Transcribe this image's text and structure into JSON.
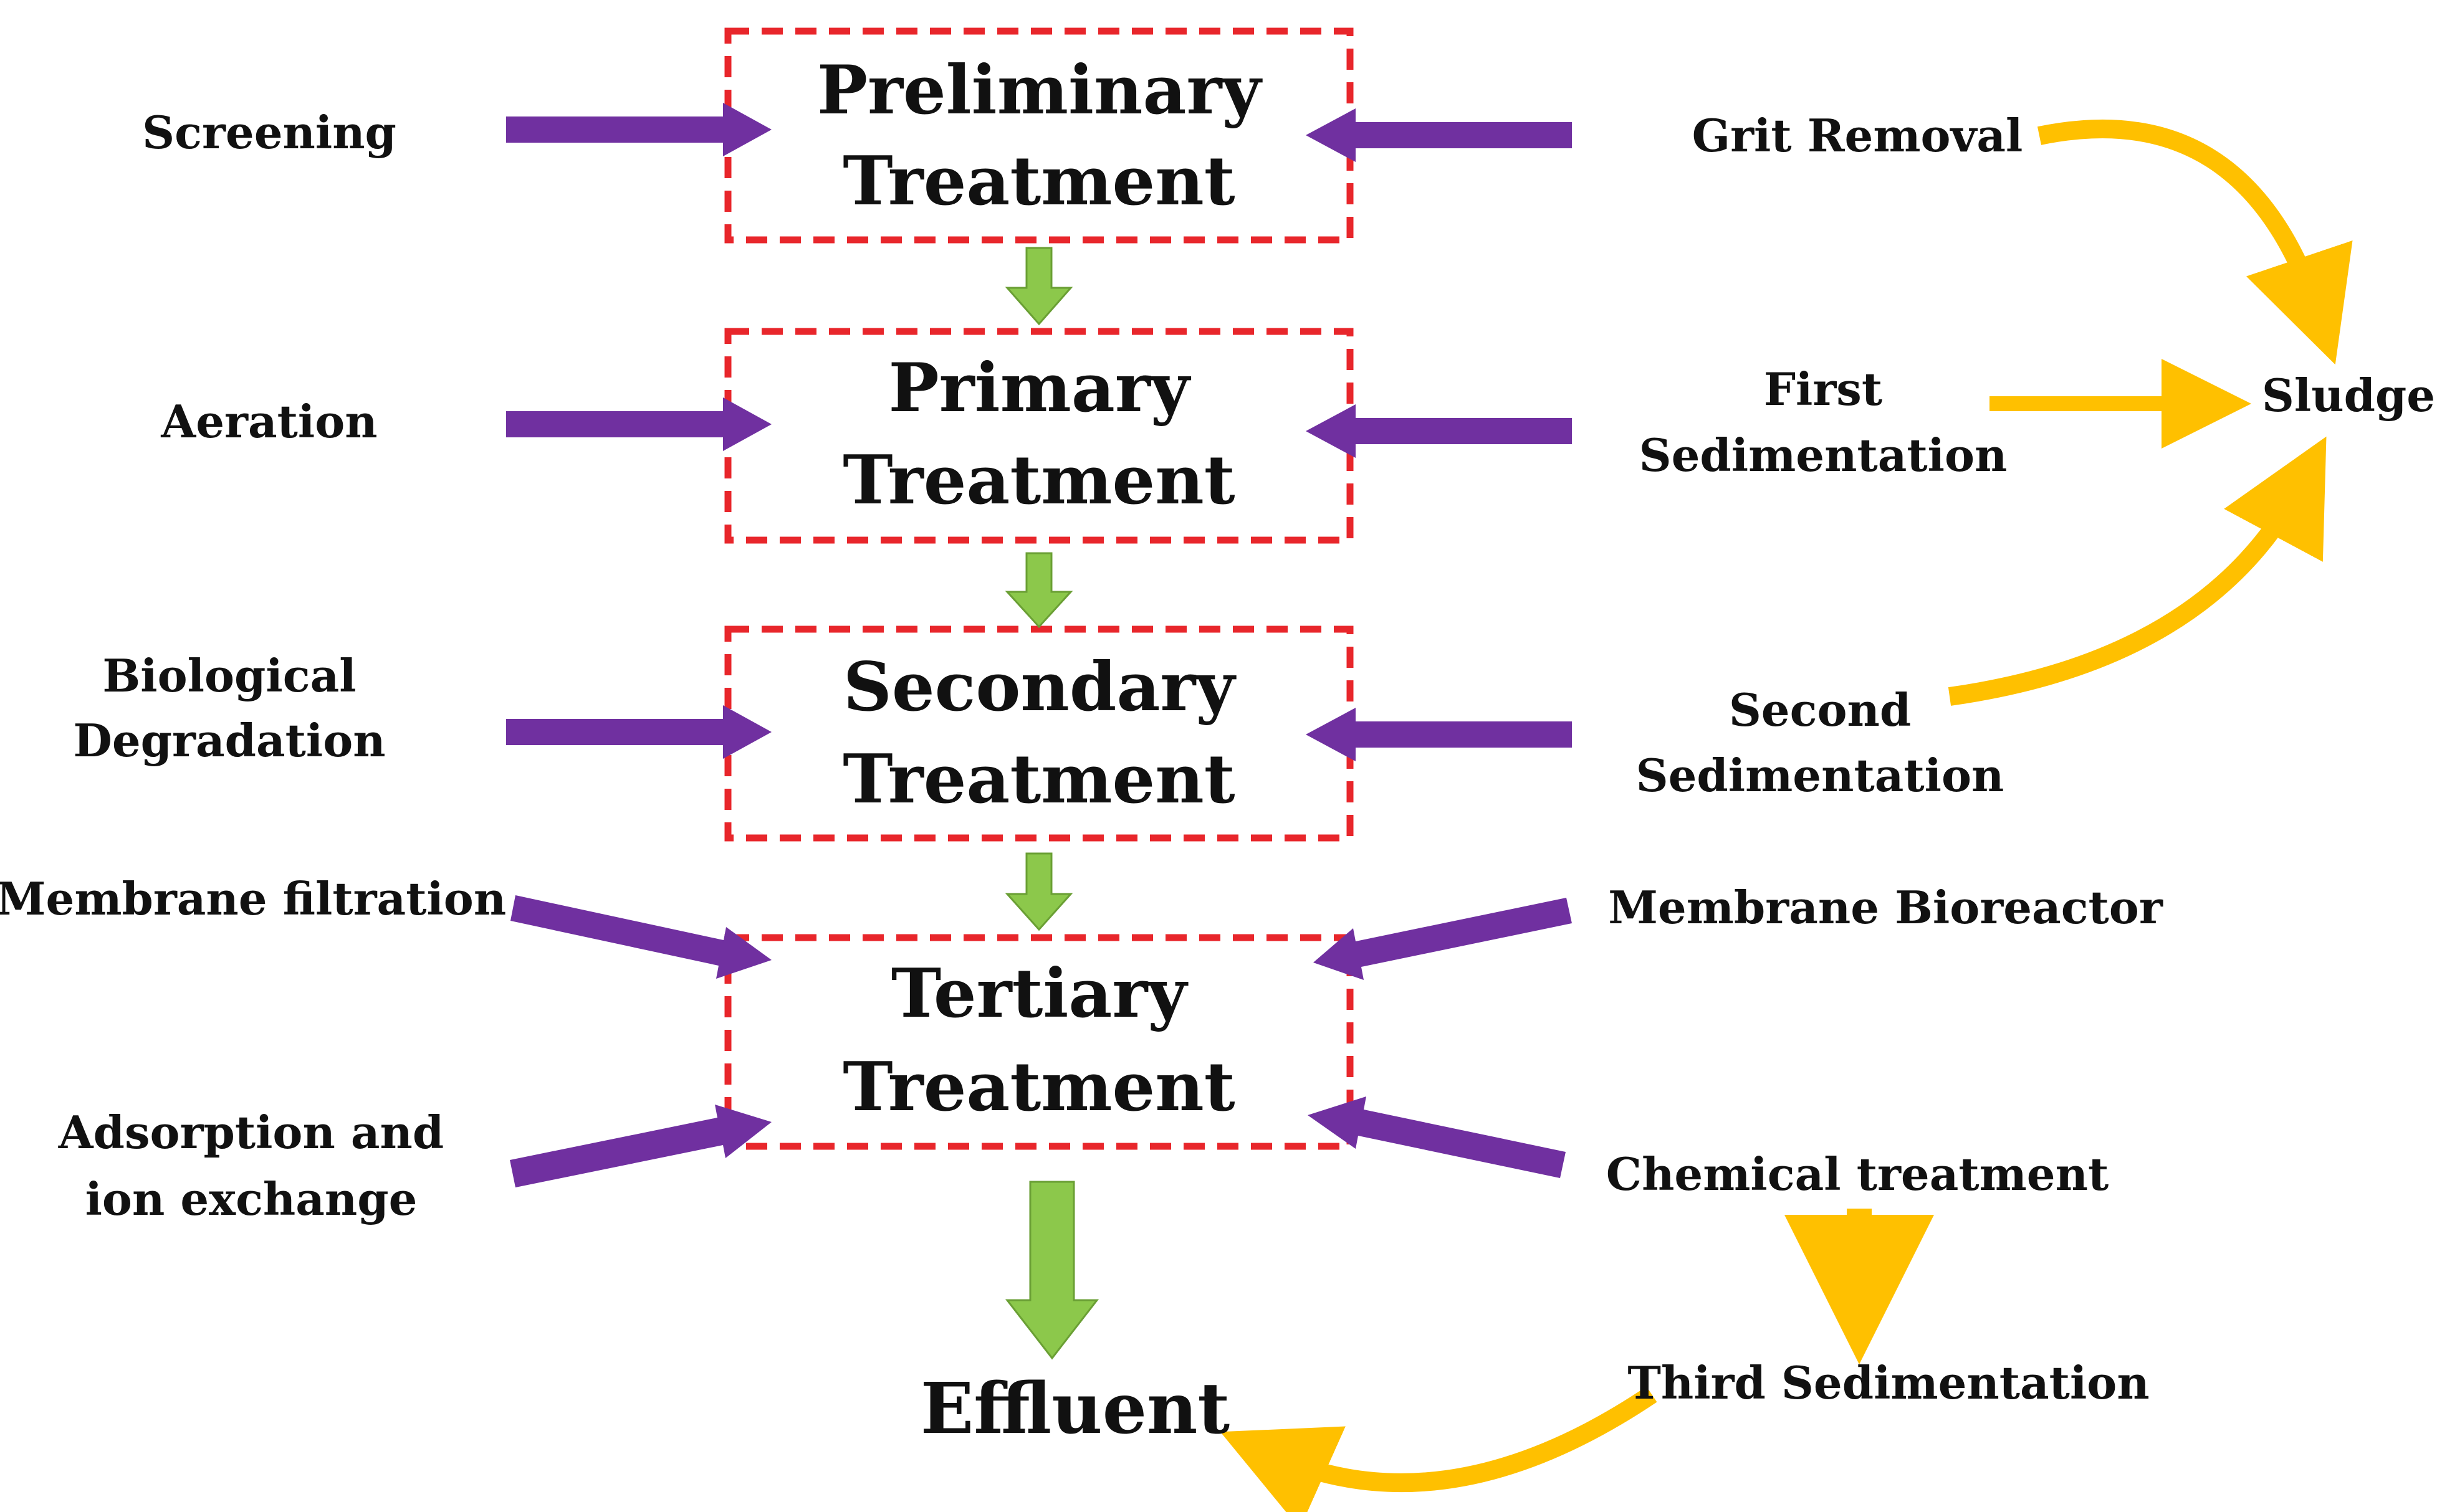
{
  "colors": {
    "box_border": "#e8262b",
    "input_arrow": "#7030a0",
    "flow_arrow": "#8cc84b",
    "sludge_arrow": "#ffc000",
    "text": "#111111"
  },
  "stages": [
    {
      "line1": "Preliminary",
      "line2": "Treatment"
    },
    {
      "line1": "Primary",
      "line2": "Treatment"
    },
    {
      "line1": "Secondary",
      "line2": "Treatment"
    },
    {
      "line1": "Tertiary",
      "line2": "Treatment"
    }
  ],
  "left_inputs": {
    "screening": "Screening",
    "aeration": "Aeration",
    "biological_1": "Biological",
    "biological_2": "Degradation",
    "membrane_filtration": "Membrane filtration",
    "adsorption_1": "Adsorption and",
    "adsorption_2": "ion exchange"
  },
  "right_inputs": {
    "grit_removal": "Grit Removal",
    "first_sed_1": "First",
    "first_sed_2": "Sedimentation",
    "second_sed_1": "Second",
    "second_sed_2": "Sedimentation",
    "membrane_bioreactor": "Membrane Bioreactor",
    "chemical_treatment": "Chemical treatment"
  },
  "sludge": "Sludge",
  "third_sedimentation": "Third Sedimentation",
  "effluent": "Effluent"
}
